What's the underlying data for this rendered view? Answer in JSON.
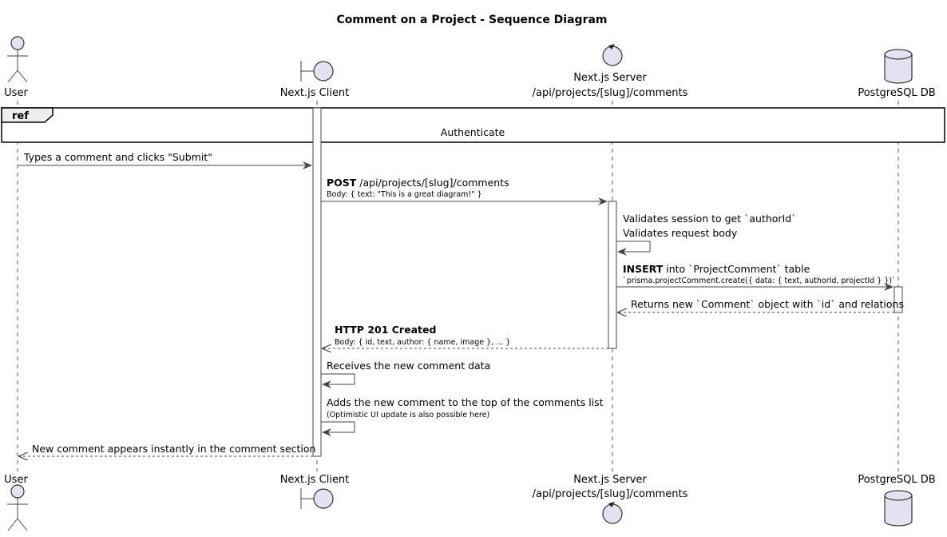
{
  "title": "Comment on a Project - Sequence Diagram",
  "participants": {
    "user": {
      "label": "User",
      "kind": "actor"
    },
    "client": {
      "label": "Next.js Client",
      "kind": "boundary"
    },
    "server": {
      "label_line1": "Next.js Server",
      "label_line2": "/api/projects/[slug]/comments",
      "kind": "control"
    },
    "db": {
      "label": "PostgreSQL DB",
      "kind": "database"
    }
  },
  "ref": {
    "tag": "ref",
    "text": "Authenticate"
  },
  "messages": {
    "m1": {
      "text": "Types a comment and clicks \"Submit\""
    },
    "m2": {
      "bold": "POST",
      "text": " /api/projects/[slug]/comments",
      "detail": "Body: { text: \"This is a great diagram!\" }"
    },
    "m3": {
      "line1": "Validates session to get `authorId`",
      "line2": "Validates request body"
    },
    "m4": {
      "bold": "INSERT",
      "text": " into `ProjectComment` table",
      "detail": "`prisma.projectComment.create({ data: { text, authorId, projectId } })`"
    },
    "m5": {
      "text": "Returns new `Comment` object with `id` and relations"
    },
    "m6": {
      "bold": "HTTP 201 Created",
      "detail": "Body: { id, text, author: { name, image }, ... }"
    },
    "m7": {
      "text": "Receives the new comment data"
    },
    "m8": {
      "text": "Adds the new comment to the top of the comments list",
      "detail": "(Optimistic UI update is also possible here)"
    },
    "m9": {
      "text": "New comment appears instantly in the comment section"
    }
  },
  "colors": {
    "participant_fill": "#e2e2f0",
    "line": "#444444"
  }
}
